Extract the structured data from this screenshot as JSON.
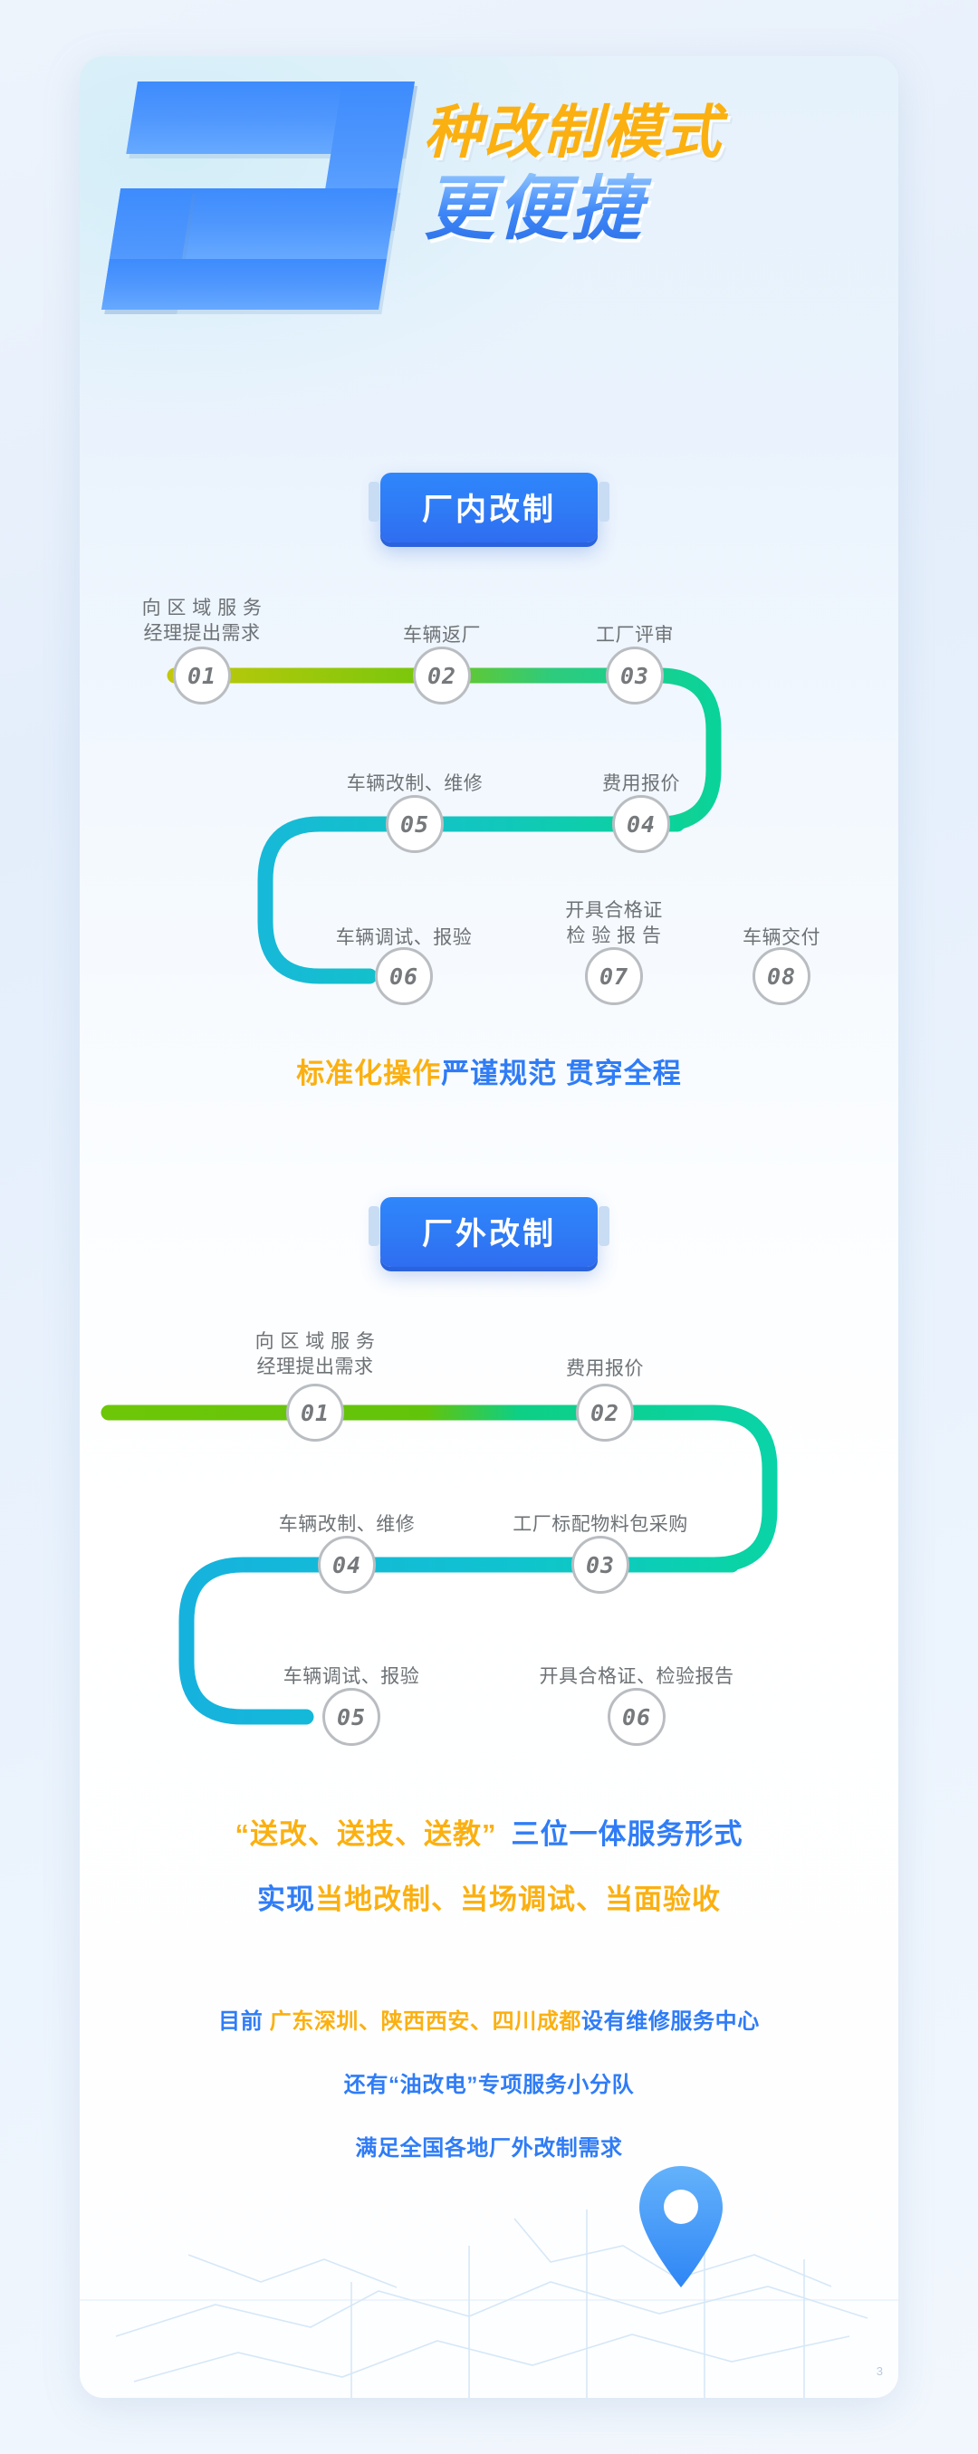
{
  "header": {
    "big_number": "2",
    "title_orange": "种改制模式",
    "title_blue": "更便捷"
  },
  "section_inplant": {
    "badge": "厂内改制",
    "steps": [
      {
        "num": "01",
        "label": "向 区 域 服 务\n经理提出需求"
      },
      {
        "num": "02",
        "label": "车辆返厂"
      },
      {
        "num": "03",
        "label": "工厂评审"
      },
      {
        "num": "04",
        "label": "费用报价"
      },
      {
        "num": "05",
        "label": "车辆改制、维修"
      },
      {
        "num": "06",
        "label": "车辆调试、报验"
      },
      {
        "num": "07",
        "label": "开具合格证\n检 验 报 告"
      },
      {
        "num": "08",
        "label": "车辆交付"
      }
    ],
    "tagline_orange": "标准化操作",
    "tagline_blue": "严谨规范  贯穿全程"
  },
  "section_offsite": {
    "badge": "厂外改制",
    "steps": [
      {
        "num": "01",
        "label": "向 区 域 服 务\n经理提出需求"
      },
      {
        "num": "02",
        "label": "费用报价"
      },
      {
        "num": "03",
        "label": "工厂标配物料包采购"
      },
      {
        "num": "04",
        "label": "车辆改制、维修"
      },
      {
        "num": "05",
        "label": "车辆调试、报验"
      },
      {
        "num": "06",
        "label": "开具合格证、检验报告"
      }
    ]
  },
  "footer": {
    "line1_orange": "“送改、送技、送教”",
    "line1_blue": "三位一体服务形式",
    "line2_blue": "实现",
    "line2_orange": "当地改制、当场调试、当面验收",
    "note1_pre": "目前 ",
    "note1_hl": "广东深圳、陕西西安、四川成都",
    "note1_post": "设有维修服务中心",
    "note2": "还有“油改电”专项服务小分队",
    "note3": "满足全国各地厂外改制需求",
    "map_pin_icon": "location-pin-icon",
    "watermark": "3"
  },
  "colors": {
    "accent_orange": "#fbb011",
    "accent_blue": "#2f7cf6",
    "flow_green": "#7ac70c",
    "flow_teal": "#0ad39a",
    "flow_cyan": "#16b9d8",
    "flow_blue": "#0a74d8",
    "flow_deep": "#1430d8"
  }
}
